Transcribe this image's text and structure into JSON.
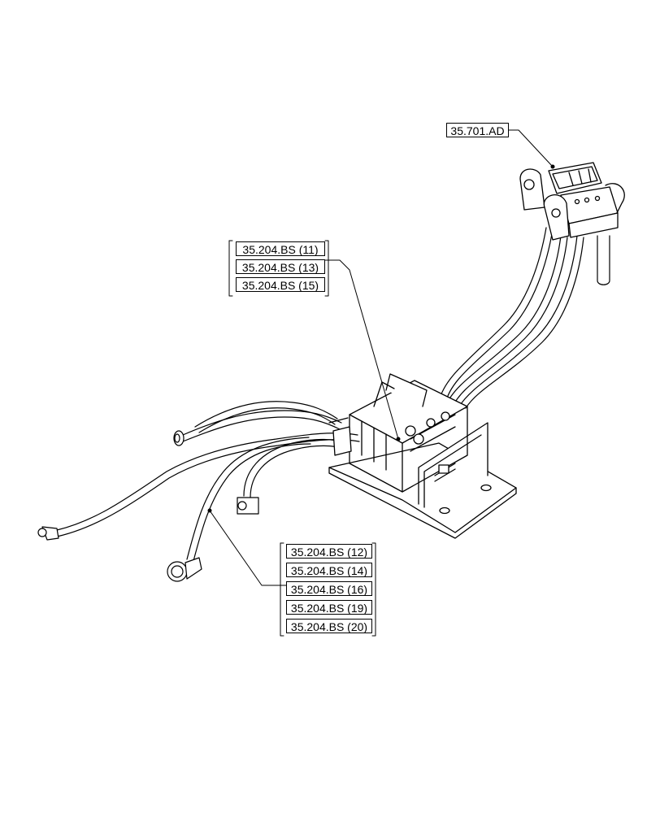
{
  "callouts": {
    "top_right": {
      "label": "35.701.AD"
    },
    "middle_group": {
      "labels": [
        "35.204.BS (11)",
        "35.204.BS (13)",
        "35.204.BS (15)"
      ]
    },
    "bottom_group": {
      "labels": [
        "35.204.BS (12)",
        "35.204.BS (14)",
        "35.204.BS (16)",
        "35.204.BS (19)",
        "35.204.BS (20)"
      ]
    }
  }
}
